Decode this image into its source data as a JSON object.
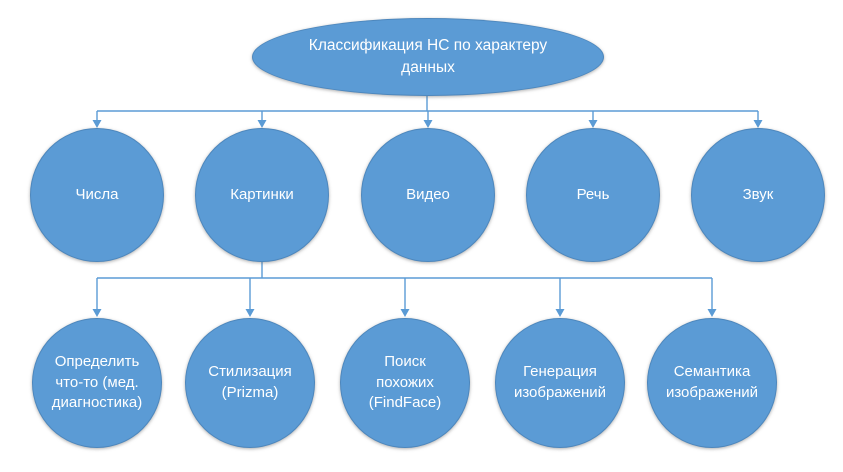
{
  "diagram": {
    "type": "hierarchy",
    "root": {
      "label": "Классификация НС по характеру данных"
    },
    "level1": [
      {
        "label": "Числа"
      },
      {
        "label": "Картинки"
      },
      {
        "label": "Видео"
      },
      {
        "label": "Речь"
      },
      {
        "label": "Звук"
      }
    ],
    "level2_parent": "Картинки",
    "level2": [
      {
        "label": "Определить что-то (мед. диагностика)"
      },
      {
        "label": "Стилизация (Prizma)"
      },
      {
        "label": "Поиск похожих (FindFace)"
      },
      {
        "label": "Генерация изображений"
      },
      {
        "label": "Семантика изображений"
      }
    ],
    "colors": {
      "node_fill": "#5B9BD5",
      "node_text": "#FFFFFF",
      "connector": "#5B9BD5",
      "background": "#FFFFFF"
    }
  }
}
